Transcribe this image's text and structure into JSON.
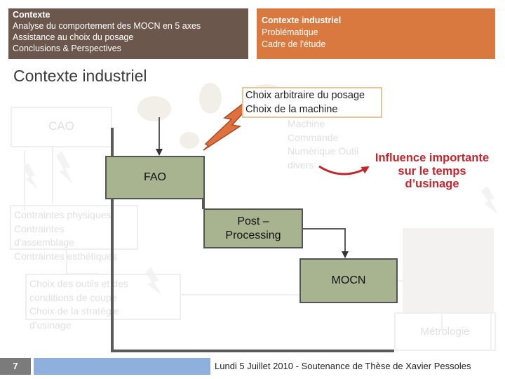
{
  "header": {
    "left": [
      "Contexte",
      "Analyse du comportement des MOCN en 5 axes",
      "Assistance au choix du posage",
      "Conclusions & Perspectives"
    ],
    "right": [
      "Contexte industriel",
      "Problématique",
      "Cadre de l'étude"
    ]
  },
  "section_title": "Contexte industriel",
  "diagram": {
    "cao": "CAO",
    "fao": "FAO",
    "machine": [
      "Machine",
      "Commande",
      "Numérique Outil",
      "divers"
    ],
    "contraintes": [
      "Contraintes physiques",
      "Contraintes",
      "d'assemblage",
      "Contraintes esthétiques"
    ],
    "choix": [
      "Choix des outils et des",
      "conditions de coupe",
      "Choix de la stratégie",
      "d'usinage"
    ],
    "post_processing": [
      "Post –",
      "Processing"
    ],
    "mocn": "MOCN",
    "metrologie": "Métrologie",
    "callout": [
      "Choix arbitraire du posage",
      "Choix de la machine"
    ],
    "influence": [
      "Influence importante",
      "sur le temps",
      "d’usinage"
    ]
  },
  "colors": {
    "header_left": "#6b574c",
    "header_right": "#d9793f",
    "diagram_box": "#a8b390",
    "influence": "#c0272d",
    "lightning": "#e0703e",
    "footer_bar": "#8fb0dd"
  },
  "footer": {
    "page_number": "7",
    "text": "Lundi 5 Juillet 2010 - Soutenance de Thèse de Xavier Pessoles"
  }
}
